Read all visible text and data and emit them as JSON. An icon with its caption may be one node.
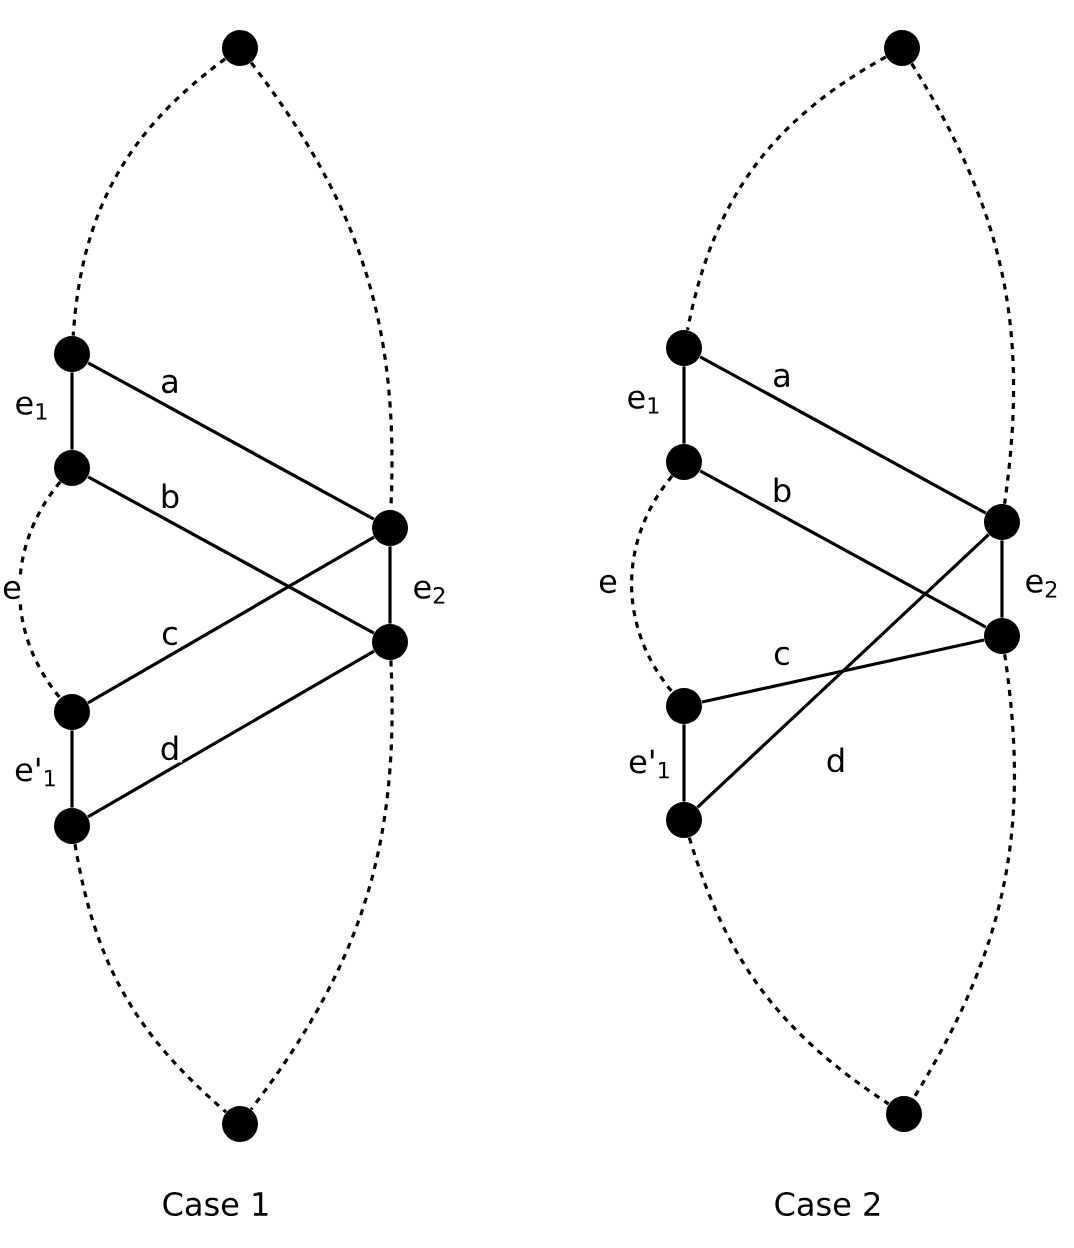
{
  "diagram": {
    "nodes": [
      {
        "text": [],
        "shape": "circle"
      },
      {
        "text": [],
        "shape": "circle"
      },
      {
        "text": [],
        "shape": "circle"
      },
      {
        "text": [],
        "shape": "circle"
      },
      {
        "text": [],
        "shape": "circle"
      },
      {
        "text": [],
        "shape": "circle"
      },
      {
        "text": [],
        "shape": "circle"
      },
      {
        "text": [],
        "shape": "circle"
      },
      {
        "text": [],
        "shape": "circle"
      },
      {
        "text": [],
        "shape": "circle"
      },
      {
        "text": [],
        "shape": "circle"
      },
      {
        "text": [],
        "shape": "circle"
      },
      {
        "text": [],
        "shape": "circle"
      },
      {
        "text": [],
        "shape": "circle"
      },
      {
        "text": [],
        "shape": "circle"
      },
      {
        "text": [],
        "shape": "circle"
      }
    ],
    "edges": [
      {
        "from": 0,
        "to": 1,
        "arrow": "none",
        "style": "dashed"
      },
      {
        "from": 0,
        "to": 3,
        "arrow": "none",
        "style": "dashed"
      },
      {
        "from": 1,
        "to": 2,
        "arrow": "none",
        "label": "e$_{1}$"
      },
      {
        "from": 2,
        "to": 5,
        "arrow": "none",
        "style": "dashed",
        "label": "e"
      },
      {
        "from": 3,
        "to": 4,
        "arrow": "none",
        "label": "e$_{2}$"
      },
      {
        "from": 5,
        "to": 6,
        "arrow": "none",
        "label": "e'$_{1}$"
      },
      {
        "from": 6,
        "to": 7,
        "arrow": "none",
        "style": "dashed"
      },
      {
        "from": 4,
        "to": 7,
        "arrow": "none",
        "style": "dashed"
      },
      {
        "from": 1,
        "to": 3,
        "arrow": "none",
        "label": "a"
      },
      {
        "from": 2,
        "to": 4,
        "arrow": "none",
        "label": "b"
      },
      {
        "from": 5,
        "to": 3,
        "arrow": "none",
        "label": "c"
      },
      {
        "from": 6,
        "to": 4,
        "arrow": "none",
        "label": "d"
      },
      {
        "from": 8,
        "to": 9,
        "arrow": "none",
        "style": "dashed"
      },
      {
        "from": 8,
        "to": 11,
        "arrow": "none",
        "style": "dashed"
      },
      {
        "from": 9,
        "to": 10,
        "arrow": "none",
        "label": "e$_{1}$"
      },
      {
        "from": 10,
        "to": 13,
        "arrow": "none",
        "style": "dashed",
        "label": "e"
      },
      {
        "from": 11,
        "to": 12,
        "arrow": "none",
        "label": "e$_{2}$"
      },
      {
        "from": 13,
        "to": 14,
        "arrow": "none",
        "label": "e'$_{1}$"
      },
      {
        "from": 14,
        "to": 15,
        "arrow": "none",
        "style": "dashed"
      },
      {
        "from": 12,
        "to": 15,
        "arrow": "none",
        "style": "dashed"
      },
      {
        "from": 9,
        "to": 11,
        "arrow": "none",
        "label": "a"
      },
      {
        "from": 10,
        "to": 12,
        "arrow": "none",
        "label": "b"
      },
      {
        "from": 13,
        "to": 12,
        "arrow": "none",
        "label": "c"
      },
      {
        "from": 14,
        "to": 11,
        "arrow": "none",
        "label": "d"
      }
    ],
    "labels": [
      "Case 1",
      "Case 2"
    ]
  }
}
